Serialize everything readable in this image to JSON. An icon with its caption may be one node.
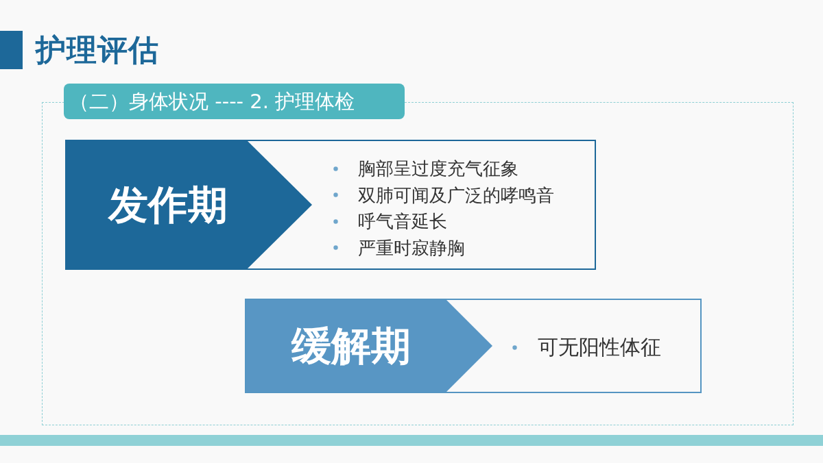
{
  "diagram": {
    "title": "护理评估",
    "nodes": [
      {
        "text": [
          "（二）身体状况 ---- 2. 护理体检"
        ]
      },
      {
        "text": [
          "胸部呈过度充气征象",
          "双肺可闻及广泛的哮鸣音",
          "呼气音延长",
          "严重时寂静胸"
        ],
        "in": 0
      },
      {
        "text": [
          "发作期"
        ],
        "in": 1
      },
      {
        "text": [
          "可无阳性体征"
        ],
        "in": 0
      },
      {
        "text": [
          "缓解期"
        ],
        "in": 3
      }
    ]
  }
}
